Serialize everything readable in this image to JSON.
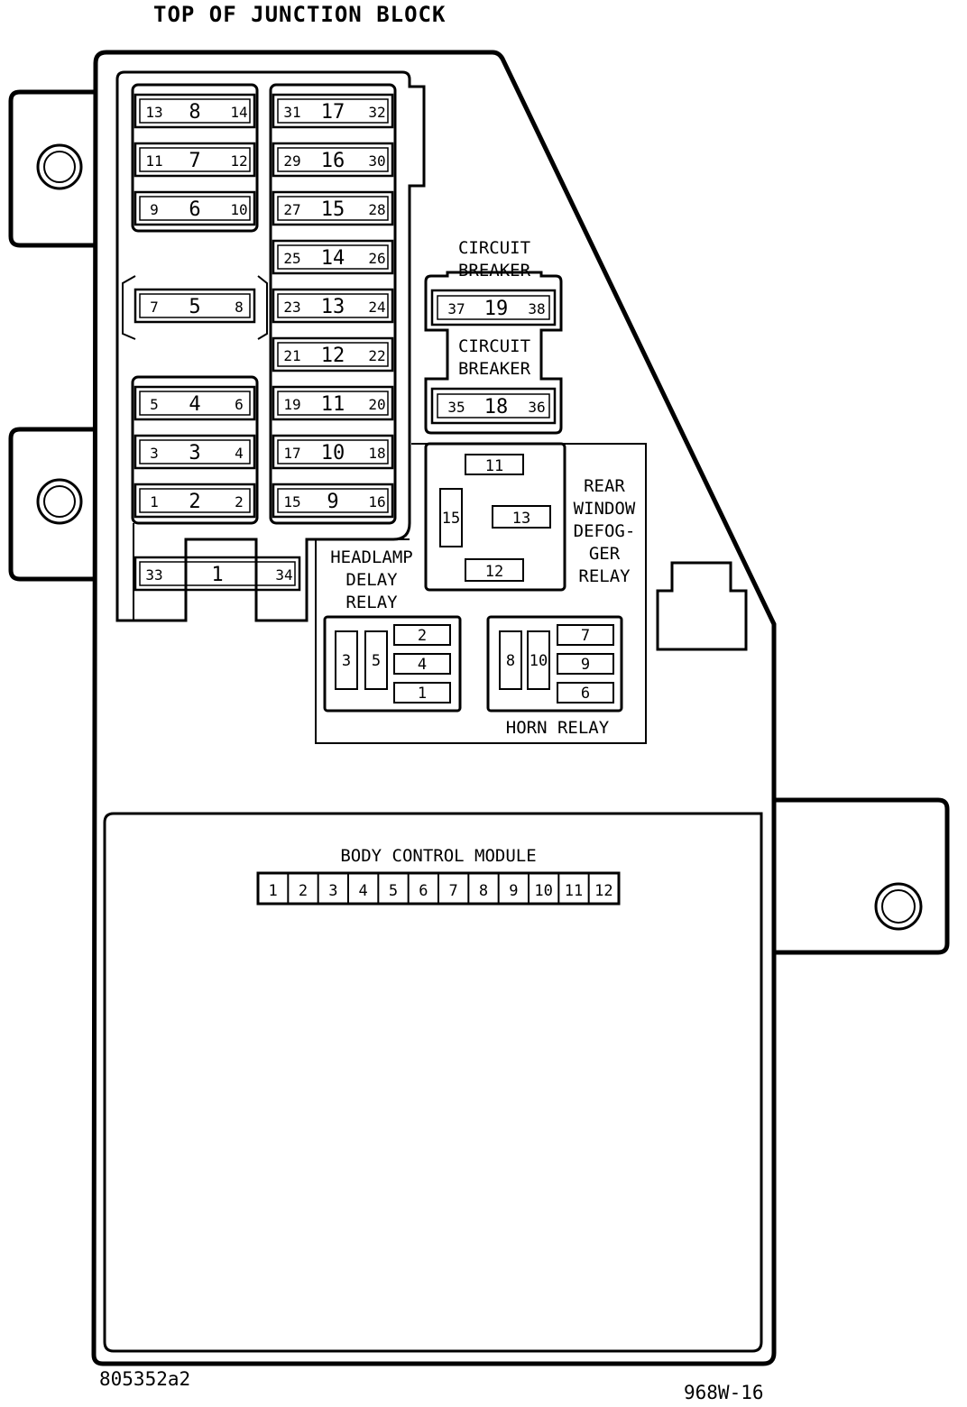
{
  "title": "TOP OF JUNCTION BLOCK",
  "footer": {
    "left": "805352a2",
    "right": "968W-16"
  },
  "fuses": [
    {
      "num": "8",
      "left": "13",
      "right": "14"
    },
    {
      "num": "7",
      "left": "11",
      "right": "12"
    },
    {
      "num": "6",
      "left": "9",
      "right": "10"
    },
    {
      "num": "5",
      "left": "7",
      "right": "8"
    },
    {
      "num": "4",
      "left": "5",
      "right": "6"
    },
    {
      "num": "3",
      "left": "3",
      "right": "4"
    },
    {
      "num": "2",
      "left": "1",
      "right": "2"
    },
    {
      "num": "1",
      "left": "33",
      "right": "34"
    },
    {
      "num": "17",
      "left": "31",
      "right": "32"
    },
    {
      "num": "16",
      "left": "29",
      "right": "30"
    },
    {
      "num": "15",
      "left": "27",
      "right": "28"
    },
    {
      "num": "14",
      "left": "25",
      "right": "26"
    },
    {
      "num": "13",
      "left": "23",
      "right": "24"
    },
    {
      "num": "12",
      "left": "21",
      "right": "22"
    },
    {
      "num": "11",
      "left": "19",
      "right": "20"
    },
    {
      "num": "10",
      "left": "17",
      "right": "18"
    },
    {
      "num": "9",
      "left": "15",
      "right": "16"
    }
  ],
  "breakers": [
    {
      "label": [
        "CIRCUIT",
        "BREAKER"
      ],
      "num": "19",
      "left": "37",
      "right": "38"
    },
    {
      "label": [
        "CIRCUIT",
        "BREAKER"
      ],
      "num": "18",
      "left": "35",
      "right": "36"
    }
  ],
  "rear_defogger_relay": {
    "label": [
      "REAR",
      "WINDOW",
      "DEFOG-",
      "GER",
      "RELAY"
    ],
    "pins": [
      "11",
      "15",
      "13",
      "12"
    ]
  },
  "headlamp_delay_relay": {
    "label": [
      "HEADLAMP",
      "DELAY",
      "RELAY"
    ],
    "pins": [
      "3",
      "5",
      "2",
      "4",
      "1"
    ]
  },
  "horn_relay": {
    "label": "HORN RELAY",
    "pins": [
      "8",
      "10",
      "7",
      "9",
      "6"
    ]
  },
  "body_control_module": {
    "label": "BODY CONTROL MODULE",
    "pins": [
      "1",
      "2",
      "3",
      "4",
      "5",
      "6",
      "7",
      "8",
      "9",
      "10",
      "11",
      "12"
    ]
  }
}
